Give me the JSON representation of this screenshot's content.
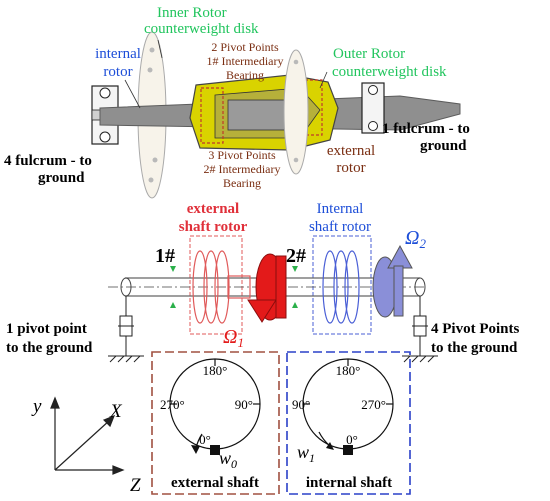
{
  "colors": {
    "green_label": "#22c55e",
    "blue_label": "#1d4ed8",
    "brown_label": "#7a2e12",
    "red_label": "#e0303a",
    "red_disk": "#e31a1a",
    "blue_disk": "#8a8fd8",
    "shaft_gray": "#8f8f8f",
    "yellow_housing": "#d9d300"
  },
  "top": {
    "inner_cw_disk": [
      "Inner Rotor",
      "counterweight disk"
    ],
    "outer_cw_disk": [
      "Outer Rotor",
      "counterweight disk"
    ],
    "internal_rotor": [
      "internal",
      "rotor"
    ],
    "pivot2": [
      "2 Pivot Points",
      "1# Intermediary",
      "Bearing"
    ],
    "pivot3": [
      "3 Pivot Points",
      "2# Intermediary",
      "Bearing"
    ],
    "external_rotor": [
      "external",
      "rotor"
    ],
    "fulcrum1": [
      "1 fulcrum - to",
      "ground"
    ],
    "fulcrum4": [
      "4 fulcrum - to",
      "ground"
    ]
  },
  "middle": {
    "external_shaft_rotor": [
      "external",
      "shaft rotor"
    ],
    "internal_shaft_rotor": [
      "Internal",
      "shaft rotor"
    ],
    "mark1": "1#",
    "mark2": "2#",
    "omega1": "Ω",
    "omega1_sub": "1",
    "omega2": "Ω",
    "omega2_sub": "2",
    "pivot_ground_1": [
      "1 pivot point",
      "to the ground"
    ],
    "pivot_ground_4": [
      "4 Pivot Points",
      "to the ground"
    ]
  },
  "bottom": {
    "axes": {
      "y": "y",
      "x": "X",
      "z": "Z"
    },
    "left_dial": {
      "top": "180°",
      "left": "270°",
      "right": "90°",
      "bottom": "0°",
      "omega": "w",
      "omega_sub": "0",
      "caption": "external shaft"
    },
    "right_dial": {
      "top": "180°",
      "left": "90°",
      "right": "270°",
      "bottom": "0°",
      "omega": "w",
      "omega_sub": "1",
      "caption": "internal shaft"
    }
  }
}
